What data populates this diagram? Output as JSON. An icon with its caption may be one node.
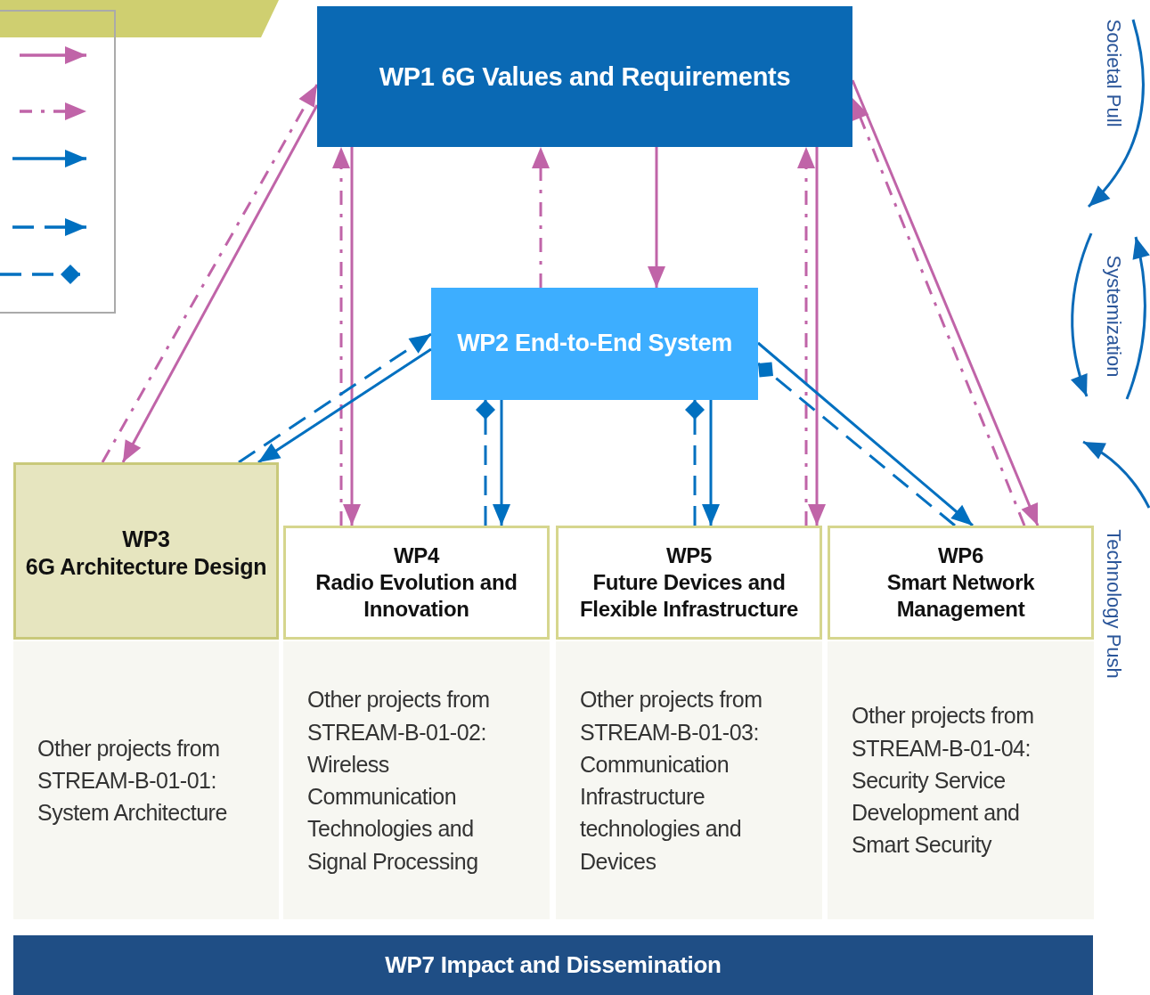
{
  "diagram": {
    "nodes": [
      {
        "text": [
          "WP1 6G Values  and Requirements"
        ]
      },
      {
        "text": [
          "WP2 End-to-End System"
        ]
      },
      {
        "text": [
          "WP3",
          "6G Architecture Design"
        ]
      },
      {
        "text": [
          "WP4",
          "Radio Evolution and Innovation"
        ]
      },
      {
        "text": [
          "WP5",
          "Future Devices and Flexible Infrastructure"
        ]
      },
      {
        "text": [
          "WP6",
          "Smart Network Management"
        ]
      },
      {
        "text": [
          "Other projects from STREAM-B-01-01: System Architecture"
        ]
      },
      {
        "text": [
          "Other projects from STREAM-B-01-02: Wireless Communication Technologies and Signal Processing"
        ]
      },
      {
        "text": [
          "Other projects from STREAM-B-01-03: Communication Infrastructure technologies and Devices"
        ]
      },
      {
        "text": [
          "Other projects from STREAM-B-01-04: Security Service Development and Smart Security"
        ]
      },
      {
        "text": [
          "WP7 Impact and Dissemination"
        ]
      }
    ],
    "edges": [
      {
        "from": 0,
        "to": 2,
        "arrow": "to"
      },
      {
        "from": 2,
        "to": 0,
        "arrow": "to",
        "style": "dashed"
      },
      {
        "from": 0,
        "to": 3,
        "arrow": "to"
      },
      {
        "from": 3,
        "to": 0,
        "arrow": "to",
        "style": "dashed"
      },
      {
        "from": 0,
        "to": 1,
        "arrow": "to"
      },
      {
        "from": 1,
        "to": 0,
        "arrow": "to",
        "style": "dashed"
      },
      {
        "from": 0,
        "to": 4,
        "arrow": "to"
      },
      {
        "from": 4,
        "to": 0,
        "arrow": "to",
        "style": "dashed"
      },
      {
        "from": 0,
        "to": 5,
        "arrow": "to"
      },
      {
        "from": 5,
        "to": 0,
        "arrow": "to",
        "style": "dashed"
      },
      {
        "from": 2,
        "to": 1,
        "arrow": "to",
        "style": "dashed",
        "color": "#0070c0"
      },
      {
        "from": 1,
        "to": 2,
        "arrow": "to",
        "color": "#0070c0"
      },
      {
        "from": 3,
        "to": 1,
        "arrow": "other",
        "style": "dashed",
        "color": "#0070c0"
      },
      {
        "from": 1,
        "to": 3,
        "arrow": "to",
        "color": "#0070c0"
      },
      {
        "from": 4,
        "to": 1,
        "arrow": "other",
        "style": "dashed",
        "color": "#0070c0"
      },
      {
        "from": 1,
        "to": 4,
        "arrow": "to",
        "color": "#0070c0"
      },
      {
        "from": 5,
        "to": 1,
        "arrow": "other",
        "style": "dashed",
        "color": "#0070c0"
      },
      {
        "from": 1,
        "to": 5,
        "arrow": "to",
        "color": "#0070c0"
      }
    ],
    "labels": [
      "Societal Pull",
      "Systemization",
      "Technology Push"
    ]
  }
}
